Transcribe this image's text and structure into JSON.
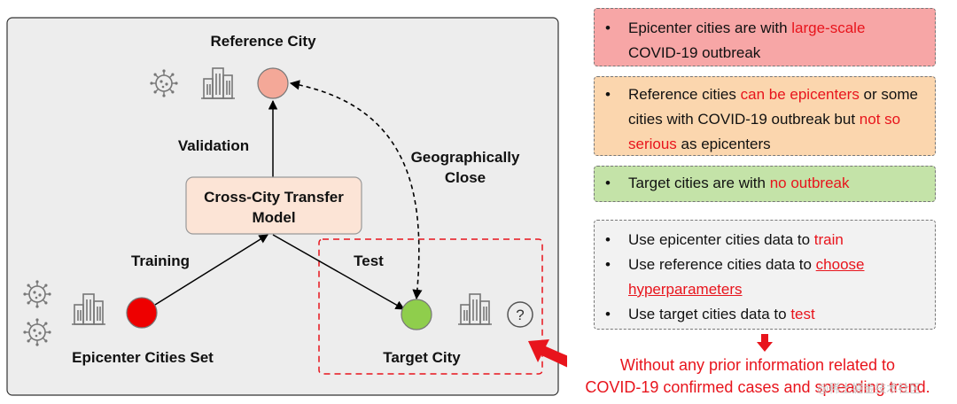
{
  "nodes": {
    "reference_city": "Reference City",
    "validation": "Validation",
    "geographically_close_line1": "Geographically",
    "geographically_close_line2": "Close",
    "model_line1": "Cross-City Transfer",
    "model_line2": "Model",
    "training": "Training",
    "test": "Test",
    "epicenter_set": "Epicenter Cities Set",
    "target_city": "Target City",
    "question": "?"
  },
  "legend": {
    "epicenter": {
      "part1": "Epicenter cities are with ",
      "highlight1": "large-scale",
      "part2": "COVID-19 outbreak"
    },
    "reference": {
      "part1": "Reference cities ",
      "highlight1": "can be epicenters",
      "part2": " or some cities with COVID-19 outbreak but ",
      "highlight2": "not so serious",
      "part3": " as epicenters"
    },
    "target": {
      "part1": "Target cities are with ",
      "highlight1": "no outbreak"
    }
  },
  "usage": {
    "item1_part1": "Use epicenter cities data to ",
    "item1_highlight": "train",
    "item2_part1": "Use reference cities data to ",
    "item2_highlight1": "choose",
    "item2_highlight2": "hyperparameters",
    "item3_part1": "Use target cities data to ",
    "item3_highlight": "test"
  },
  "bottom_text": {
    "line1": "Without any prior information related to",
    "line2": "COVID-19 confirmed cases and spreading trend."
  },
  "watermark": "@稀土掘金技术社区",
  "colors": {
    "epicenter_node": "#ee0000",
    "reference_node": "#f4a898",
    "target_node": "#8fce4c",
    "epicenter_box": "#f7a6a6",
    "reference_box": "#fbd6ae",
    "target_box": "#c4e3a8",
    "usage_box": "#f2f2f2",
    "accent_red": "#e8141c"
  }
}
